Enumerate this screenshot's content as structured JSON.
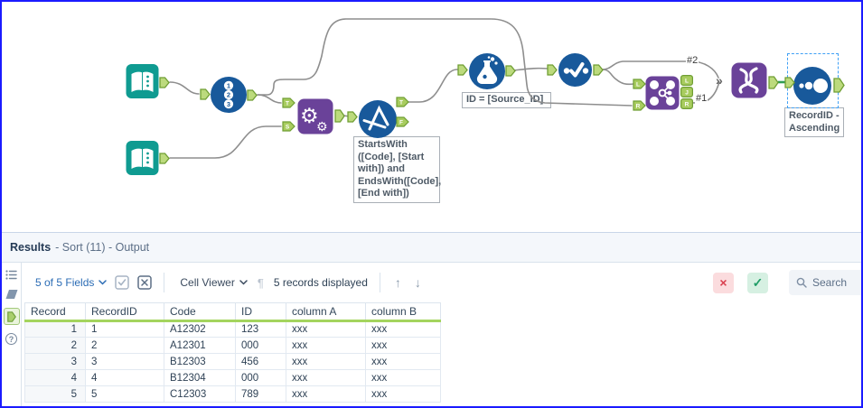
{
  "icons": {
    "multi_connection": "»",
    "pilcrow": "¶",
    "up_arrow": "↑",
    "down_arrow": "↓",
    "close": "×",
    "check": "✓",
    "help": "?"
  },
  "canvas": {
    "labels": {
      "union_conn_1": "#1",
      "union_conn_2": "#2"
    },
    "annotations": {
      "filter": "StartsWith ([Code], [Start with]) and EndsWith([Code], [End with])",
      "formula": "ID = [Source_ID]",
      "sort": "RecordID - Ascending"
    },
    "anchors": {
      "append_t": "T",
      "append_s": "S",
      "filter_t": "T",
      "filter_f": "F",
      "join_in_l": "L",
      "join_in_r": "R",
      "join_out_l": "L",
      "join_out_j": "J",
      "join_out_r": "R"
    },
    "record_id_numbers": [
      "1",
      "2",
      "3"
    ]
  },
  "results": {
    "title": "Results",
    "title_context": "- Sort (11) - Output",
    "fields_selector": "5 of 5 Fields",
    "cell_viewer": "Cell Viewer",
    "records_displayed": "5 records displayed",
    "search_placeholder": "Search"
  },
  "table": {
    "columns": [
      "Record",
      "RecordID",
      "Code",
      "ID",
      "column A",
      "column B"
    ],
    "rows": [
      [
        "1",
        "1",
        "A12302",
        "123",
        "xxx",
        "xxx"
      ],
      [
        "2",
        "2",
        "A12301",
        "000",
        "xxx",
        "xxx"
      ],
      [
        "3",
        "3",
        "B12303",
        "456",
        "xxx",
        "xxx"
      ],
      [
        "4",
        "4",
        "B12304",
        "000",
        "xxx",
        "xxx"
      ],
      [
        "5",
        "5",
        "C12303",
        "789",
        "xxx",
        "xxx"
      ]
    ]
  }
}
